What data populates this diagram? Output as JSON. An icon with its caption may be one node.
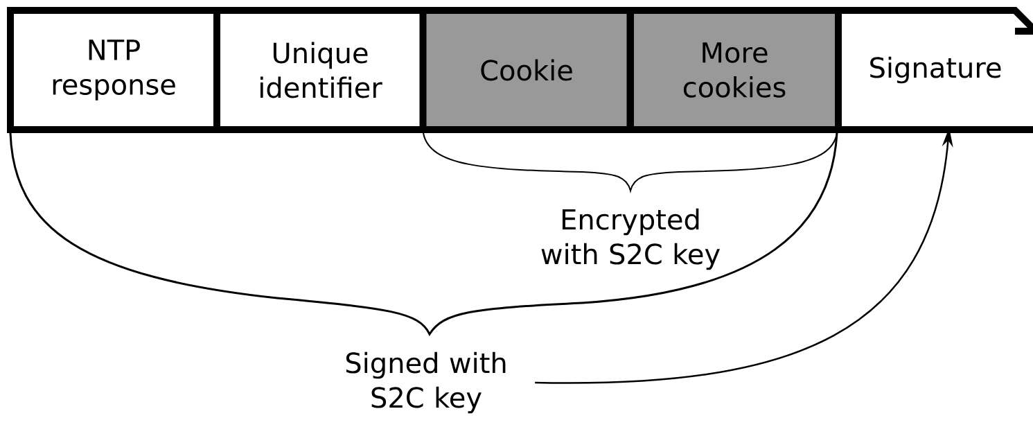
{
  "diagram": {
    "nodes": [
      {
        "text": [
          "NTP response"
        ]
      },
      {
        "text": [
          "Unique identifier"
        ]
      },
      {
        "text": [
          "Cookie"
        ]
      },
      {
        "text": [
          "More cookies"
        ]
      },
      {
        "text": [
          "Signature"
        ]
      },
      {
        "text": [
          "Signed with S2C key"
        ]
      }
    ],
    "edges": [
      {
        "from": 5,
        "to": 4,
        "arrow": "to"
      }
    ],
    "labels": [
      "Encrypted with S2C key"
    ]
  }
}
